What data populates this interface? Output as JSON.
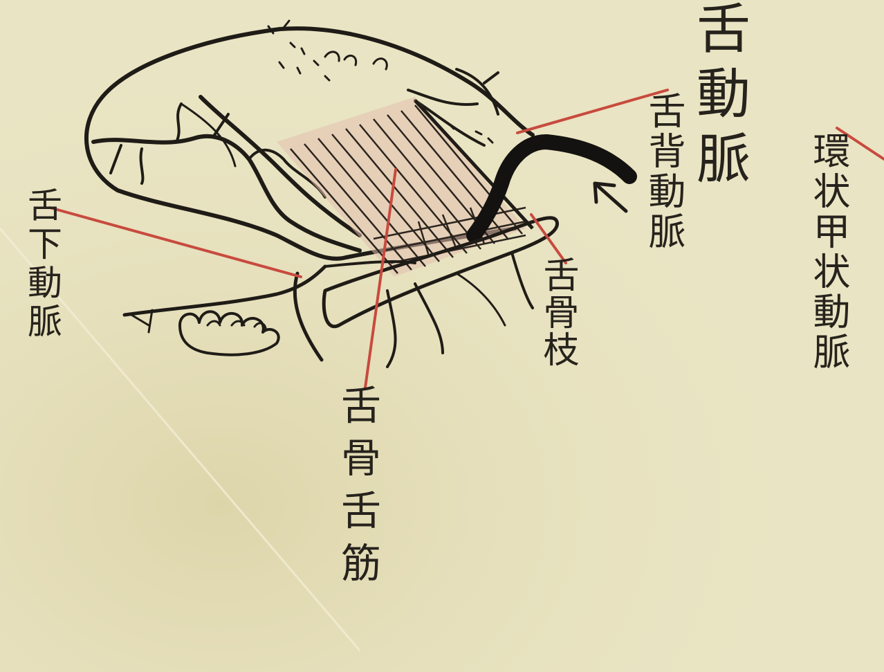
{
  "title": "舌動脈",
  "labels": {
    "dorsal_lingual_artery": "舌背動脈",
    "cricothyroid_artery": "環状甲状動脈",
    "sublingual_artery": "舌下動脈",
    "hyoid_branch": "舌骨枝",
    "hyoglossus_muscle": "舌骨舌筋"
  },
  "colors": {
    "paper": "#e9e4c3",
    "ink": "#1f1c17",
    "leader_line": "#c84a3e",
    "muscle_tint": "#e3bfae"
  }
}
